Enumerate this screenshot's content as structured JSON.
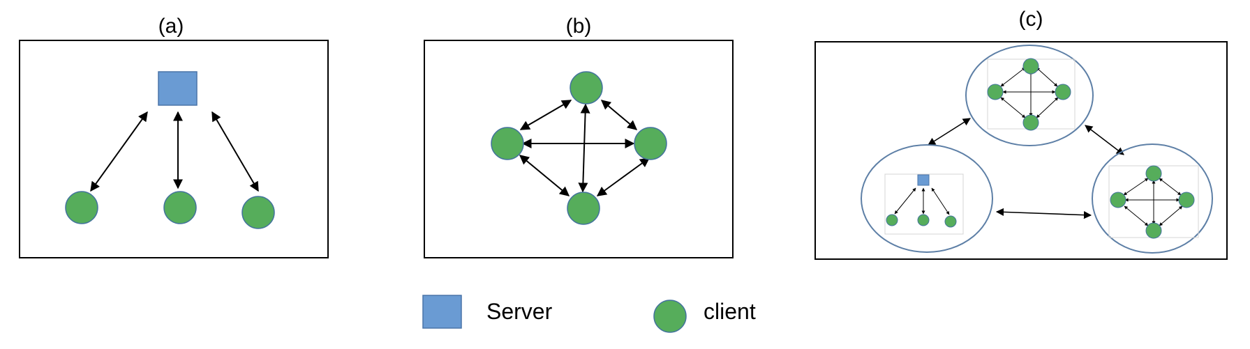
{
  "panels": [
    {
      "label": "(a)"
    },
    {
      "label": "(b)"
    },
    {
      "label": "(c)"
    }
  ],
  "legend": {
    "server_label": "Server",
    "client_label": "client"
  },
  "colors": {
    "server_fill": "#6a9bd3",
    "server_stroke": "#4a74a8",
    "client_fill": "#56ad5b",
    "client_stroke": "#43739c",
    "cluster_stroke": "#5d7fa6",
    "line": "#000000"
  }
}
